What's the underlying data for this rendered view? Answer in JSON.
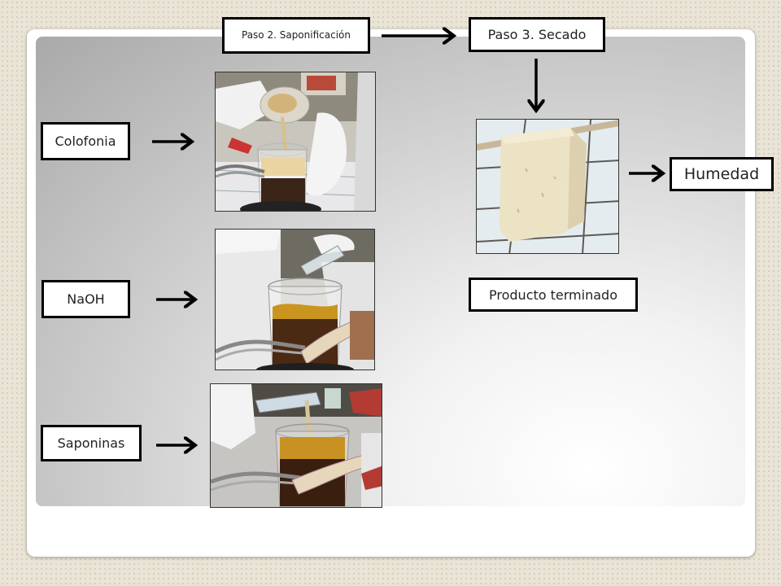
{
  "labels": {
    "paso2": "Paso 2. Saponificación",
    "paso3": "Paso 3. Secado",
    "colofonia": "Colofonia",
    "naoh": "NaOH",
    "saponinas": "Saponinas",
    "humedad": "Humedad",
    "producto": "Producto terminado"
  },
  "photos": {
    "photo1": "adding-rosin-powder-to-beaker",
    "photo2": "adding-naoh-to-beaker",
    "photo3": "adding-saponins-to-beaker",
    "photo4": "finished-soap-block"
  }
}
